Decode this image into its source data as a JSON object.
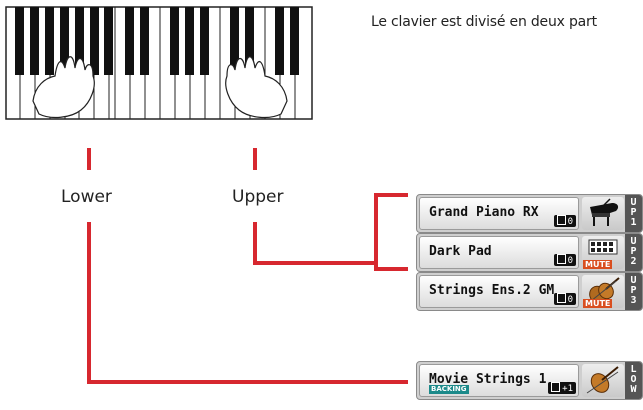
{
  "caption": "Le clavier est divisé en deux part",
  "labels": {
    "lower": "Lower",
    "upper": "Upper"
  },
  "tracks": [
    {
      "name": "Grand Piano RX",
      "octave": "0",
      "side": [
        "U",
        "P",
        "1"
      ],
      "icon": "grand-piano-icon",
      "mute": ""
    },
    {
      "name": "Dark Pad",
      "octave": "0",
      "side": [
        "U",
        "P",
        "2"
      ],
      "icon": "pad-icon",
      "mute": "MUTE"
    },
    {
      "name": "Strings Ens.2 GM",
      "octave": "0",
      "side": [
        "U",
        "P",
        "3"
      ],
      "icon": "violin-icon",
      "mute": "MUTE"
    },
    {
      "name": "Movie Strings 1",
      "octave": "+1",
      "side": [
        "L",
        "O",
        "W"
      ],
      "icon": "violin-icon",
      "mute": "",
      "badge": "BACKING"
    }
  ],
  "colors": {
    "accent_line": "#d7282f",
    "mute": "#d94e1f",
    "backing": "#1c8a8a"
  }
}
